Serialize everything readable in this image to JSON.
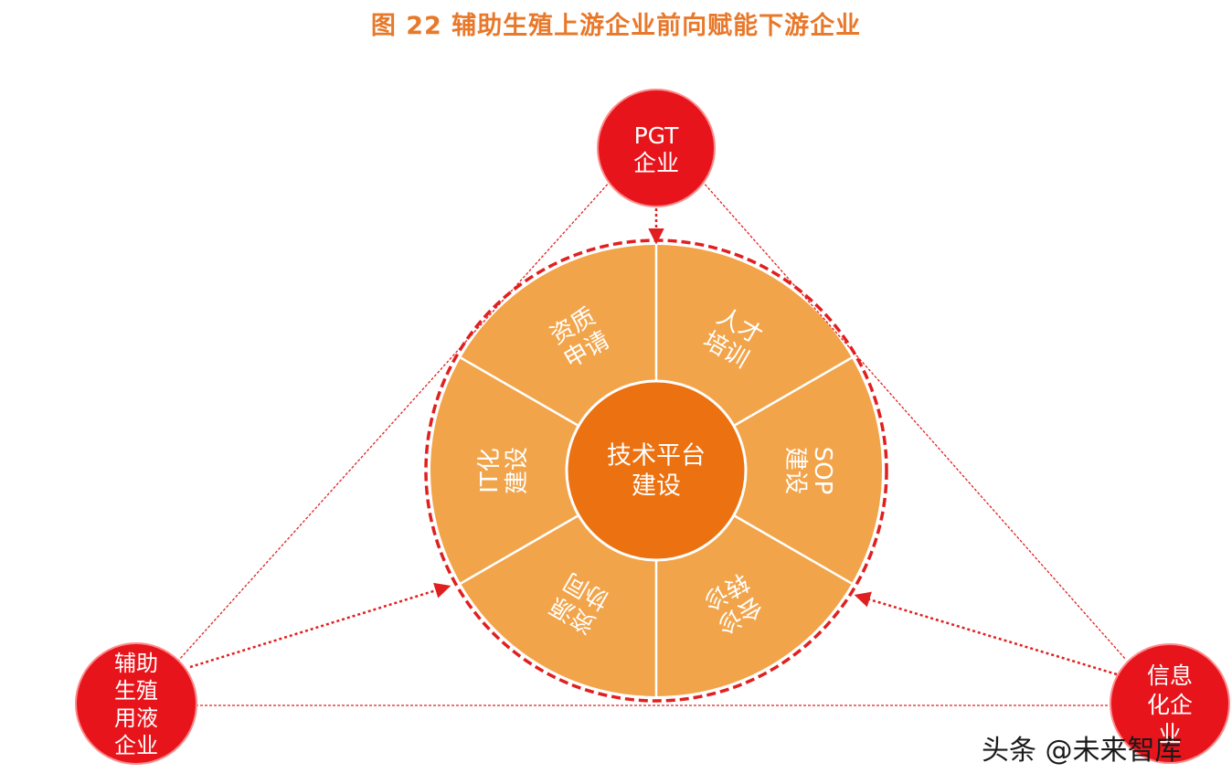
{
  "title": "图 22 辅助生殖上游企业前向赋能下游企业",
  "center": {
    "line1": "技术平台",
    "line2": "建设"
  },
  "segments": [
    {
      "line1": "资质",
      "line2": "申请"
    },
    {
      "line1": "人才",
      "line2": "培训"
    },
    {
      "line1": "SOP",
      "line2": "建设"
    },
    {
      "line1": "会诊",
      "line2": "转诊"
    },
    {
      "line1": "资源",
      "line2": "协同"
    },
    {
      "line1": "IT化",
      "line2": "建设"
    }
  ],
  "nodes": {
    "top": {
      "lines": [
        "PGT",
        "企业"
      ]
    },
    "left": {
      "lines": [
        "辅助",
        "生殖",
        "用液",
        "企业"
      ]
    },
    "right": {
      "lines": [
        "信息",
        "化企",
        "业"
      ]
    }
  },
  "watermark": "头条 @未来智库",
  "colors": {
    "title": "#e8782a",
    "node": "#e8141b",
    "ring": "#f2a44a",
    "hub": "#ec7110",
    "line": "#e02020"
  }
}
